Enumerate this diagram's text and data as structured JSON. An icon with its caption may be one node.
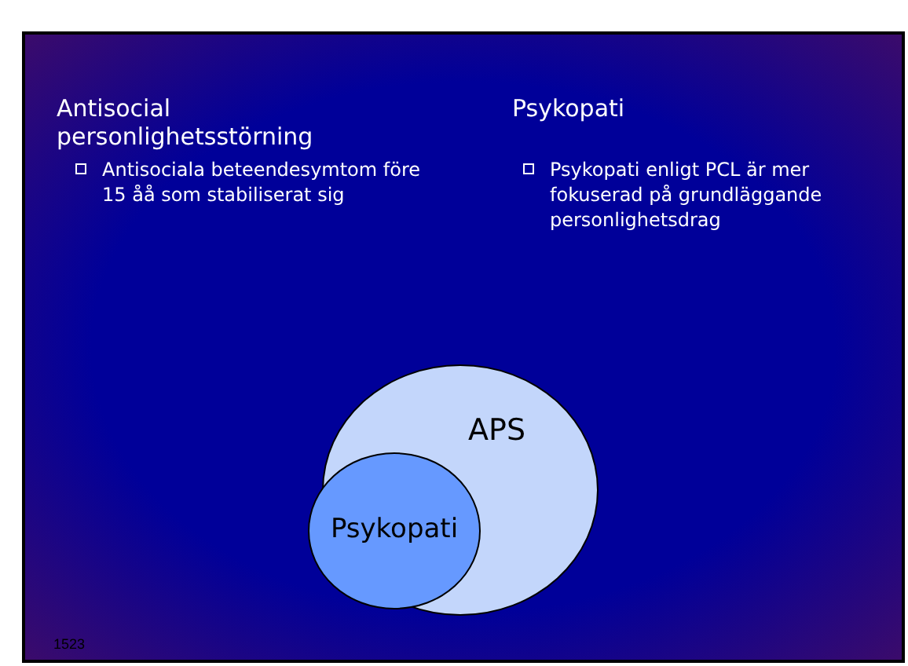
{
  "diagram": {
    "nodes": [
      {
        "text": [
          "APS"
        ]
      },
      {
        "text": [
          "Psykopati"
        ]
      }
    ],
    "edges": [],
    "labels": [
      "Antisocial personlighetsstörning",
      "Psykopati",
      "Antisociala beteendesymtom före 15 åå som stabiliserat sig",
      "Psykopati enligt PCL är mer fokuserad på grundläggande personlighetsdrag",
      "1523"
    ]
  }
}
